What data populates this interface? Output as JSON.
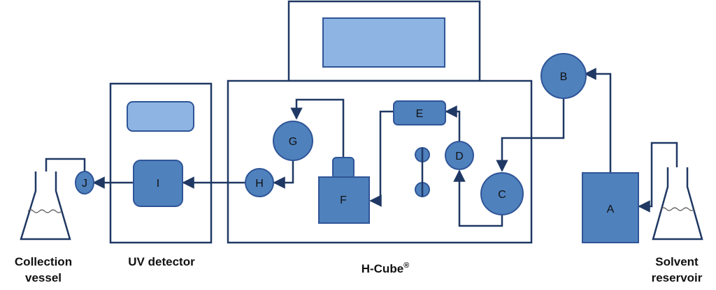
{
  "colors": {
    "outline": "#1F3864",
    "node_fill": "#4F81BD",
    "node_stroke": "#2F5597",
    "screen_fill": "#8EB4E3",
    "line": "#1F3864"
  },
  "components": {
    "A": "A",
    "B": "B",
    "C": "C",
    "D": "D",
    "E": "E",
    "F": "F",
    "G": "G",
    "H": "H",
    "I": "I",
    "J": "J"
  },
  "captions": {
    "collection_line1": "Collection",
    "collection_line2": "vessel",
    "uv_detector": "UV detector",
    "hcube": "H-Cube",
    "hcube_mark": "®",
    "solvent_line1": "Solvent",
    "solvent_line2": "reservoir"
  }
}
